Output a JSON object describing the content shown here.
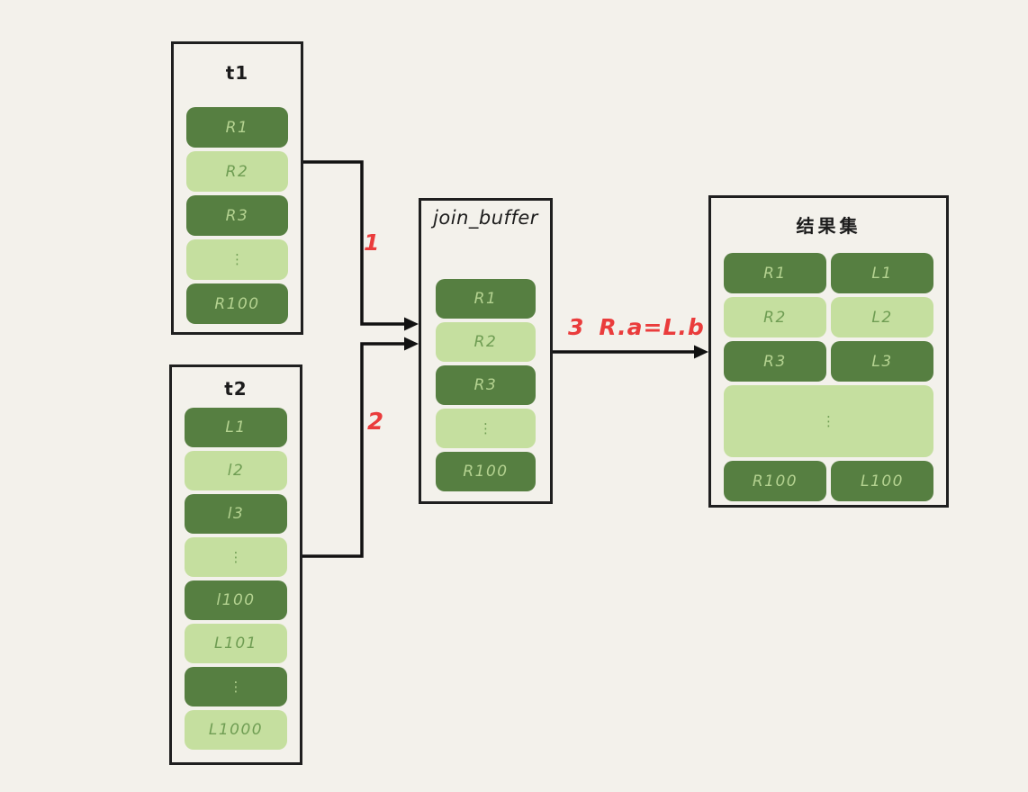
{
  "diagram": {
    "background": "#f3f1eb",
    "outline_color": "#1f1f1f",
    "arrow_color": "#111111",
    "annotation_color": "#ea3c3c",
    "row_dark_bg": "#567f41",
    "row_light_bg": "#c5df9f",
    "row_dark_text": "#b4d290",
    "row_light_text": "#6f9d53"
  },
  "t1": {
    "title": "t1",
    "rows": [
      {
        "label": "R1",
        "tone": "dark"
      },
      {
        "label": "R2",
        "tone": "light"
      },
      {
        "label": "R3",
        "tone": "dark"
      },
      {
        "label": "⋮",
        "tone": "light",
        "dots": true
      },
      {
        "label": "R100",
        "tone": "dark"
      }
    ]
  },
  "t2": {
    "title": "t2",
    "rows": [
      {
        "label": "L1",
        "tone": "dark"
      },
      {
        "label": "l2",
        "tone": "light"
      },
      {
        "label": "l3",
        "tone": "dark"
      },
      {
        "label": "⋮",
        "tone": "light",
        "dots": true
      },
      {
        "label": "l100",
        "tone": "dark"
      },
      {
        "label": "L101",
        "tone": "light"
      },
      {
        "label": "⋮",
        "tone": "dark",
        "dots": true
      },
      {
        "label": "L1000",
        "tone": "light"
      }
    ]
  },
  "join_buffer": {
    "title": "join_buffer",
    "rows": [
      {
        "label": "R1",
        "tone": "dark"
      },
      {
        "label": "R2",
        "tone": "light"
      },
      {
        "label": "R3",
        "tone": "dark"
      },
      {
        "label": "⋮",
        "tone": "light",
        "dots": true
      },
      {
        "label": "R100",
        "tone": "dark"
      }
    ]
  },
  "result_set": {
    "title": "结果集",
    "rows": [
      {
        "left": "R1",
        "right": "L1",
        "tone": "dark"
      },
      {
        "left": "R2",
        "right": "L2",
        "tone": "light"
      },
      {
        "left": "R3",
        "right": "L3",
        "tone": "dark"
      },
      {
        "label": "⋮",
        "tone": "light",
        "dots": true,
        "wide": true
      },
      {
        "left": "R100",
        "right": "L100",
        "tone": "dark"
      }
    ]
  },
  "annotations": {
    "step1": "1",
    "step2": "2",
    "step3_number": "3",
    "step3_condition": "R.a=L.b"
  }
}
